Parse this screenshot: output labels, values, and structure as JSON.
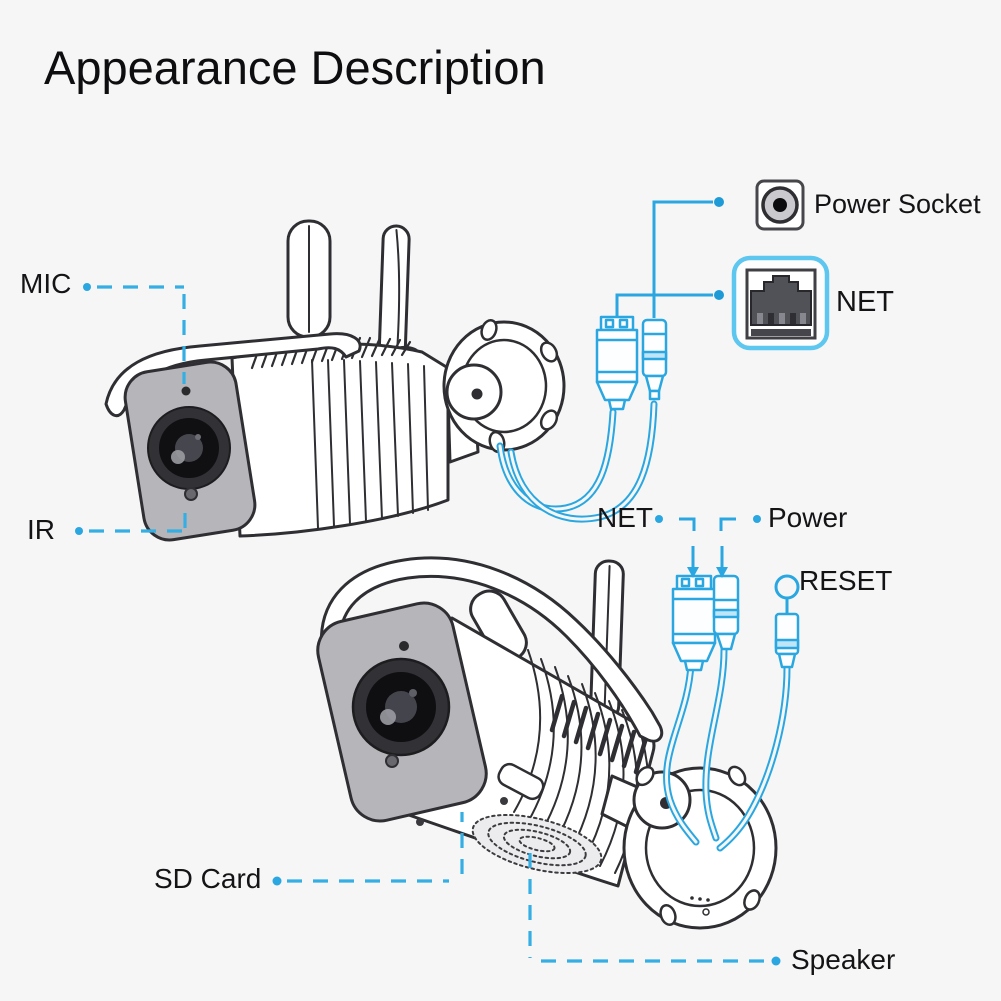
{
  "page": {
    "title": "Appearance Description",
    "background": "#f6f6f7"
  },
  "colors": {
    "accent_cyan": "#2aa7e0",
    "leader_dash_cyan": "#35aee4",
    "line_ink": "#2f2f33",
    "camera_face_gray": "#b6b6ba",
    "label_ink": "#141416"
  },
  "top_camera": {
    "mic_label": "MIC",
    "ir_label": "IR",
    "power_socket_label": "Power Socket",
    "net_label": "NET"
  },
  "bottom_camera": {
    "net_label": "NET",
    "power_label": "Power",
    "reset_label": "RESET",
    "sd_card_label": "SD Card",
    "speaker_label": "Speaker"
  },
  "icons": {
    "power_socket": "dc-power-socket-icon",
    "net_port": "rj45-ethernet-port-icon"
  }
}
